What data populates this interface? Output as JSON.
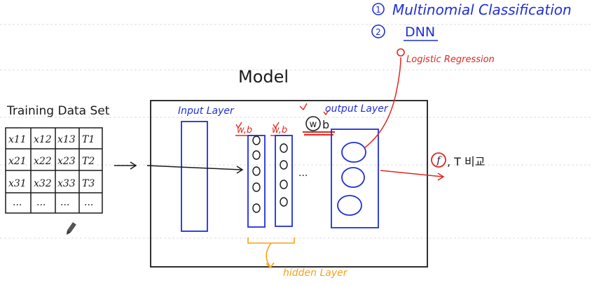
{
  "notes": {
    "item1_num": "1",
    "item1_text": "Multinomial Classification",
    "item2_num": "2",
    "item2_text": "DNN",
    "item3_text": "Logistic Regression"
  },
  "model_title": "Model",
  "training": {
    "title": "Training Data Set",
    "headers": [
      "x11",
      "x12",
      "x13",
      "T1"
    ],
    "rows": [
      [
        "x11",
        "x12",
        "x13",
        "T1"
      ],
      [
        "x21",
        "x22",
        "x23",
        "T2"
      ],
      [
        "x31",
        "x32",
        "x33",
        "T3"
      ],
      [
        "...",
        "...",
        "...",
        "..."
      ]
    ]
  },
  "layers": {
    "input_label": "Input Layer",
    "output_label": "output Layer",
    "hidden_label": "hidden Layer",
    "weight_bias_1": "w,b",
    "weight_bias_2": "w,b",
    "output_weight": "w",
    "output_bias": "b",
    "ellipsis": "..."
  },
  "compare": {
    "f_symbol": "f",
    "text": ", T 비교"
  },
  "colors": {
    "blue": "#1f2fd6",
    "red": "#e0281f",
    "orange": "#f5a11c",
    "black": "#1a1a1a",
    "grid": "#d9d9d9"
  }
}
